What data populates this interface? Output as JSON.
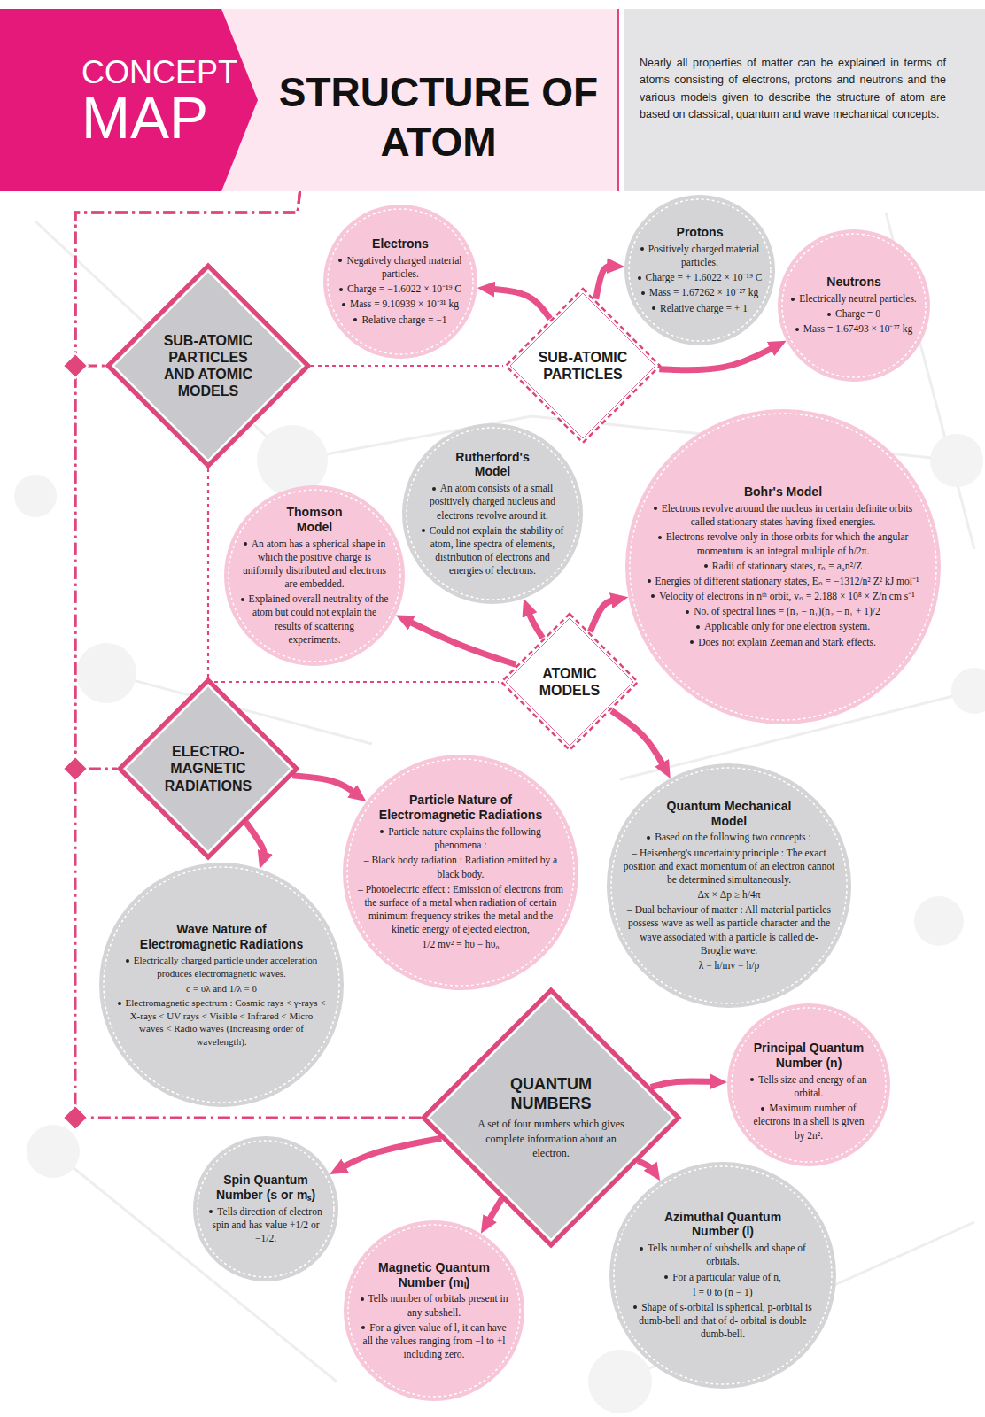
{
  "diagram": {
    "title": "STRUCTURE OF ATOM",
    "nodes": [
      {
        "text": [
          "CONCEPT",
          "MAP"
        ]
      },
      {
        "text": [
          "Nearly all properties of matter can be explained in terms of atoms consisting of electrons, protons and neutrons and the various models given to describe the structure of atom are based on classical, quantum and wave mechanical concepts."
        ]
      },
      {
        "text": [
          "Electrons",
          "Negatively charged material particles.",
          "Charge = −1.6022 × 10⁻¹⁹ C",
          "Mass = 9.10939 × 10⁻³¹ kg",
          "Relative charge = −1"
        ]
      },
      {
        "text": [
          "Protons",
          "Positively charged material particles.",
          "Charge = + 1.6022 × 10⁻¹⁹ C",
          "Mass = 1.67262 × 10⁻²⁷ kg",
          "Relative charge = + 1"
        ]
      },
      {
        "text": [
          "Neutrons",
          "Electrically neutral particles.",
          "Charge = 0",
          "Mass = 1.67493 × 10⁻²⁷ kg"
        ]
      },
      {
        "text": [
          "SUB-ATOMIC PARTICLES AND ATOMIC MODELS"
        ]
      },
      {
        "text": [
          "SUB-ATOMIC PARTICLES"
        ]
      },
      {
        "text": [
          "Rutherford's Model",
          "An atom consists of a small positively charged nucleus and electrons revolve around it.",
          "Could not explain the stability of atom, line spectra of elements, distribution of electrons and energies of electrons."
        ]
      },
      {
        "text": [
          "Bohr's Model",
          "Electrons revolve around the nucleus in certain definite orbits called stationary states having fixed energies.",
          "Electrons revolve only in those orbits for which the angular momentum is an integral multiple of h/2π.",
          "Radii of stationary states, rₙ = a₀n²/Z",
          "Energies of different stationary states, Eₙ = −1312/n² Z² kJ mol⁻¹",
          "Velocity of electrons in nᵗʰ orbit, vₙ = 2.188 × 10⁸ × Z/n cm s⁻¹",
          "No. of spectral lines = (n₂ − n₁)(n₂ − n₁ + 1)/2",
          "Applicable only for one electron system.",
          "Does not explain Zeeman and Stark effects."
        ]
      },
      {
        "text": [
          "Thomson Model",
          "An atom has a spherical shape in which the positive charge is uniformly distributed and electrons are embedded.",
          "Explained overall neutrality of the atom but could not explain the results of scattering experiments."
        ]
      },
      {
        "text": [
          "ATOMIC MODELS"
        ]
      },
      {
        "text": [
          "ELECTRO- MAGNETIC RADIATIONS"
        ]
      },
      {
        "text": [
          "Particle Nature of Electromagnetic Radiations",
          "Particle nature explains the following phenomena :",
          "– Black body radiation : Radiation emitted by a black body.",
          "– Photoelectric effect : Emission of electrons from the surface of a metal when radiation of certain minimum frequency strikes the metal and the kinetic energy of ejected electron,",
          "1/2 mv² = hυ − hυ₀"
        ]
      },
      {
        "text": [
          "Quantum Mechanical Model",
          "Based on the following two concepts :",
          "– Heisenberg's uncertainty principle : The exact position and exact momentum of an electron cannot be determined simultaneously.",
          "Δx × Δp ≥ h/4π",
          "– Dual behaviour of matter : All material particles possess wave as well as particle character and the wave associated with a particle is called de-Broglie wave.",
          "λ = h/mv = h/p"
        ]
      },
      {
        "text": [
          "Wave Nature of Electromagnetic Radiations",
          "Electrically charged particle under acceleration produces electromagnetic waves.",
          "c = υλ and 1/λ = ῡ",
          "Electromagnetic spectrum : Cosmic rays < γ-rays < X-rays < UV rays < Visible < Infrared < Micro waves < Radio waves (Increasing order of wavelength)."
        ]
      },
      {
        "text": [
          "QUANTUM NUMBERS",
          "A set of four numbers which gives complete information about an electron."
        ]
      },
      {
        "text": [
          "Principal Quantum Number (n)",
          "Tells size and energy of an orbital.",
          "Maximum number of electrons in a shell is given by 2n²."
        ]
      },
      {
        "text": [
          "Spin Quantum Number (s or mₛ)",
          "Tells direction of electron spin and has value +1/2 or −1/2."
        ]
      },
      {
        "text": [
          "Magnetic Quantum Number (mₗ)",
          "Tells number of orbitals present in any subshell.",
          "For a given value of l, it can have all the values ranging from −l to +l including zero."
        ]
      },
      {
        "text": [
          "Azimuthal Quantum Number (l)",
          "Tells number of subshells and shape of orbitals.",
          "For a particular value of n,",
          "l = 0 to (n − 1)",
          "Shape of s-orbital is spherical, p-orbital is dumb-bell and that of d- orbital is double dumb-bell."
        ]
      }
    ],
    "edges": [
      {
        "from": 0,
        "to": 5,
        "arrow": "none"
      },
      {
        "from": 0,
        "to": 11,
        "arrow": "none"
      },
      {
        "from": 0,
        "to": 15,
        "arrow": "none"
      },
      {
        "from": 5,
        "to": 6,
        "arrow": "none"
      },
      {
        "from": 6,
        "to": 2,
        "arrow": "to"
      },
      {
        "from": 6,
        "to": 3,
        "arrow": "to"
      },
      {
        "from": 6,
        "to": 4,
        "arrow": "to"
      },
      {
        "from": 5,
        "to": 10,
        "arrow": "none"
      },
      {
        "from": 10,
        "to": 9,
        "arrow": "to"
      },
      {
        "from": 10,
        "to": 7,
        "arrow": "to"
      },
      {
        "from": 10,
        "to": 8,
        "arrow": "to"
      },
      {
        "from": 10,
        "to": 13,
        "arrow": "to"
      },
      {
        "from": 11,
        "to": 12,
        "arrow": "to"
      },
      {
        "from": 11,
        "to": 14,
        "arrow": "to"
      },
      {
        "from": 15,
        "to": 16,
        "arrow": "to"
      },
      {
        "from": 15,
        "to": 19,
        "arrow": "to"
      },
      {
        "from": 15,
        "to": 18,
        "arrow": "to"
      },
      {
        "from": 15,
        "to": 17,
        "arrow": "to"
      }
    ]
  }
}
